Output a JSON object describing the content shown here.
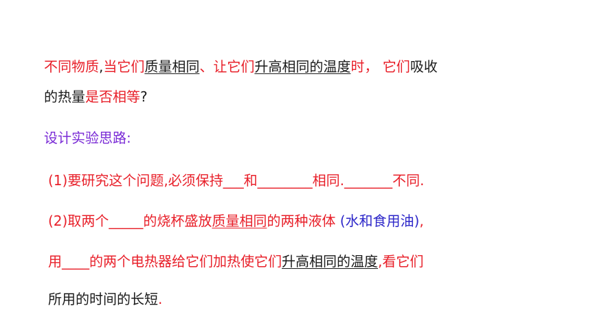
{
  "question": {
    "line1": {
      "s1": "不同物质",
      "s2": ",",
      "s3": "当它们",
      "s4": "质量相同",
      "s5": "、让它们",
      "s6": "升高相同的温度",
      "s7": "时，",
      "s8": " 它们",
      "s9": "吸收"
    },
    "line2": {
      "s1": "的热量",
      "s2": "是否相等",
      "s3": "?"
    }
  },
  "design": {
    "heading": "设计实验思路:"
  },
  "step1": {
    "s1": "(1)要研究这个问题,必须保持___和________相同._______不同."
  },
  "step2": {
    "s1": "(2)取两个_____的烧杯盛放",
    "s2": "质量相同",
    "s3": "的两种液体",
    "s4": "  (水和食用油)",
    "s5": ","
  },
  "step3": {
    "s1": "用____的两个电热器给它们加热使它们",
    "s2": "升高相同的温度",
    "s3": ",看它们"
  },
  "step4": {
    "s1": "所用的时间的长短",
    "s2": "."
  }
}
